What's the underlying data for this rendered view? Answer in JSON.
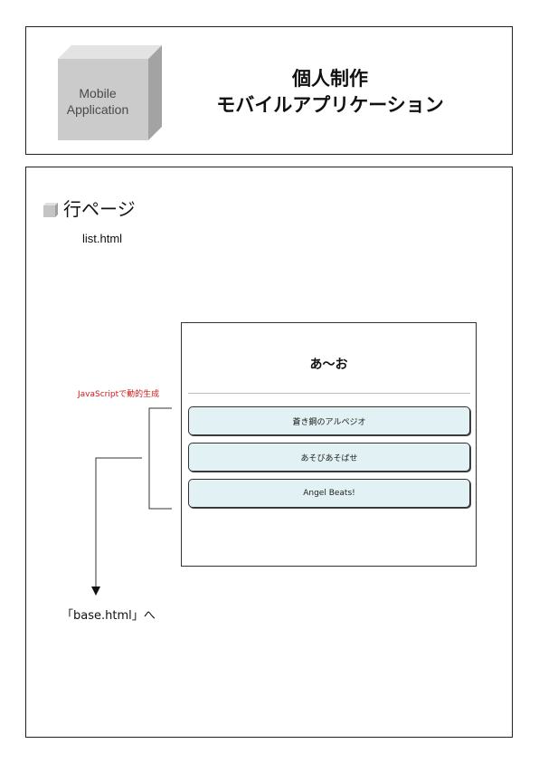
{
  "header": {
    "cube_label_line1": "Mobile",
    "cube_label_line2": "Application",
    "title_line1": "個人制作",
    "title_line2": "モバイルアプリケーション"
  },
  "section": {
    "icon": "cube-icon",
    "title": "行ページ",
    "filename": "list.html"
  },
  "mockup": {
    "list_header": "あ～お",
    "items": [
      "蒼き鋼のアルペジオ",
      "あそびあそばせ",
      "Angel Beats!"
    ]
  },
  "annotation": {
    "text": "JavaScriptで動的生成",
    "color": "#d11a1a"
  },
  "link": {
    "text": "「base.html」へ"
  },
  "colors": {
    "item_bg": "#e2f1f4",
    "cube_front": "#c8c8c8",
    "cube_top": "#e2e2e2",
    "cube_side": "#a5a5a5"
  }
}
